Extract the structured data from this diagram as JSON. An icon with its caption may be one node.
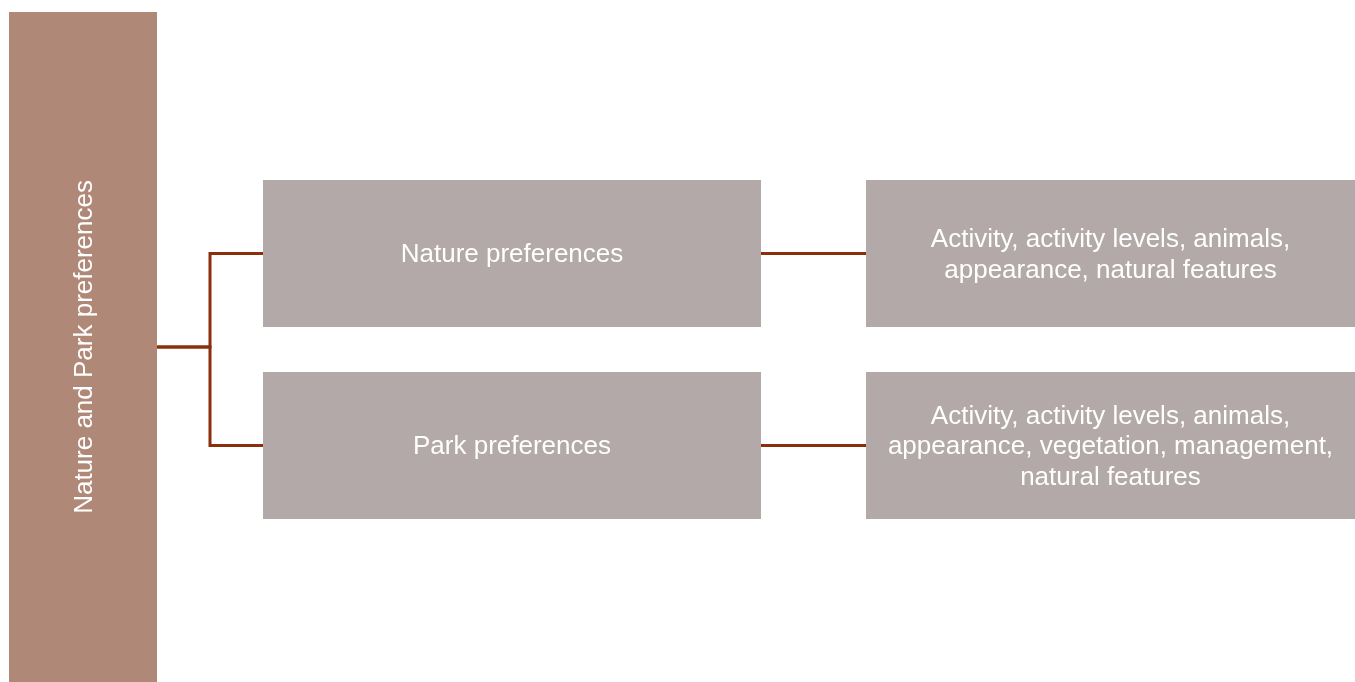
{
  "diagram": {
    "nodes": [
      {
        "text": [
          "Nature and Park preferences"
        ]
      },
      {
        "text": [
          "Nature preferences"
        ]
      },
      {
        "text": [
          "Park preferences"
        ]
      },
      {
        "text": [
          "Activity, activity levels, animals, appearance, natural features"
        ]
      },
      {
        "text": [
          "Activity, activity levels, animals, appearance, vegetation, management, natural features"
        ]
      }
    ],
    "edges": [
      {
        "from": 0,
        "to": 1,
        "arrow": "none"
      },
      {
        "from": 0,
        "to": 2,
        "arrow": "none"
      },
      {
        "from": 1,
        "to": 3,
        "arrow": "none"
      },
      {
        "from": 2,
        "to": 4,
        "arrow": "none"
      }
    ]
  }
}
